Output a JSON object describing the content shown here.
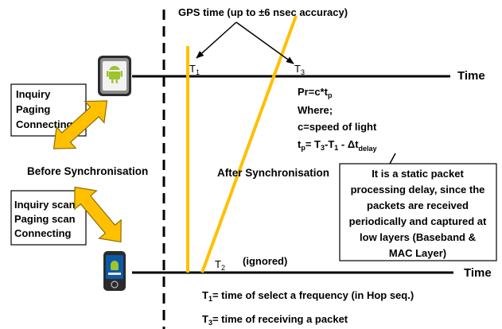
{
  "colors": {
    "line": "#000000",
    "yellow": "#FFC000",
    "arrow_fill": "#FFC000",
    "arrow_stroke": "#8a6d00",
    "android_green": "#9DC32F",
    "phone_body": "#2b2b2b",
    "phone_screen": "#0e58a8"
  },
  "gps_label": "GPS time (up to ±6 nsec accuracy)",
  "time_label_top": "Time",
  "time_label_bottom": "Time",
  "t1_top": {
    "main": "T",
    "sub": "1"
  },
  "t3_top": {
    "main": "T",
    "sub": "3"
  },
  "t2_bottom": {
    "main": "T",
    "sub": "2"
  },
  "ignored": "(ignored)",
  "formula": {
    "pr": {
      "main": "Pr=c*t",
      "sub": "p"
    },
    "where": "Where;",
    "c_def": "c=speed of light",
    "tp": {
      "main": "t",
      "sub": "p",
      "rest": "= T",
      "sub3": "3",
      "rest2": "-T",
      "sub1": "1",
      "rest3": " -  Δt",
      "subd": "delay"
    }
  },
  "left_top_box": [
    "Inquiry",
    "Paging",
    "Connecting"
  ],
  "left_bottom_box": [
    "Inquiry scan",
    "Paging scan",
    "Connecting"
  ],
  "before_sync": "Before Synchronisation",
  "after_sync": "After Synchronisation",
  "callout": [
    "It is a static packet",
    "processing delay, since the",
    "packets are received",
    "periodically and captured at",
    "low layers (Baseband &",
    "MAC Layer)"
  ],
  "footnote_t1": {
    "main": "T",
    "sub": "1",
    "rest": "= time of select a frequency (in Hop seq.)"
  },
  "footnote_t3": {
    "main": "T",
    "sub": "3",
    "rest": "= time of receiving a packet"
  },
  "icons": {
    "top_phone": "android-phone-icon",
    "bottom_phone": "smartphone-icon"
  }
}
